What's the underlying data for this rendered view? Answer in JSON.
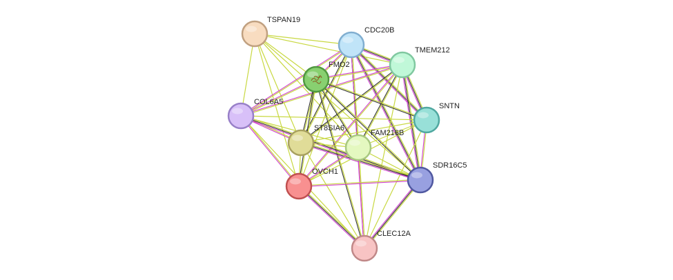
{
  "network": {
    "edge_colors": {
      "textmining": "#c8d840",
      "coexpression": "#333333",
      "experiments": "#d040d0"
    },
    "nodes": [
      {
        "id": "TSPAN19",
        "label": "TSPAN19",
        "fill": "#f8dcc0",
        "stroke": "#c0a080",
        "icon": "none"
      },
      {
        "id": "CDC20B",
        "label": "CDC20B",
        "fill": "#c0e4f8",
        "stroke": "#80aed0",
        "icon": "none"
      },
      {
        "id": "TMEM212",
        "label": "TMEM212",
        "fill": "#c0f8d8",
        "stroke": "#80c8a0",
        "icon": "none"
      },
      {
        "id": "FMO2",
        "label": "FMO2",
        "fill": "#88d070",
        "stroke": "#509840",
        "icon": "protein-structure-icon"
      },
      {
        "id": "COL6A5",
        "label": "COL6A5",
        "fill": "#d8c0f8",
        "stroke": "#9880c8",
        "icon": "none"
      },
      {
        "id": "SNTN",
        "label": "SNTN",
        "fill": "#98e0d8",
        "stroke": "#50a8a0",
        "icon": "none"
      },
      {
        "id": "ST8SIA6",
        "label": "ST8SIA6",
        "fill": "#e0dc98",
        "stroke": "#a8a060",
        "icon": "none"
      },
      {
        "id": "FAM216B",
        "label": "FAM216B",
        "fill": "#e4f8c0",
        "stroke": "#a8c880",
        "icon": "none"
      },
      {
        "id": "SDR16C5",
        "label": "SDR16C5",
        "fill": "#98a0e0",
        "stroke": "#5058a0",
        "icon": "none"
      },
      {
        "id": "OVCH1",
        "label": "OVCH1",
        "fill": "#f89090",
        "stroke": "#c05050",
        "icon": "none"
      },
      {
        "id": "CLEC12A",
        "label": "CLEC12A",
        "fill": "#f8c4c4",
        "stroke": "#c08888",
        "icon": "none"
      }
    ],
    "edges": [
      {
        "source": "TSPAN19",
        "target": "CDC20B",
        "types": [
          "textmining"
        ]
      },
      {
        "source": "TSPAN19",
        "target": "TMEM212",
        "types": [
          "textmining"
        ]
      },
      {
        "source": "TSPAN19",
        "target": "FMO2",
        "types": [
          "textmining"
        ]
      },
      {
        "source": "TSPAN19",
        "target": "COL6A5",
        "types": [
          "textmining"
        ]
      },
      {
        "source": "TSPAN19",
        "target": "ST8SIA6",
        "types": [
          "textmining"
        ]
      },
      {
        "source": "TSPAN19",
        "target": "FAM216B",
        "types": [
          "textmining"
        ]
      },
      {
        "source": "TSPAN19",
        "target": "OVCH1",
        "types": [
          "textmining"
        ]
      },
      {
        "source": "TSPAN19",
        "target": "SDR16C5",
        "types": [
          "textmining"
        ]
      },
      {
        "source": "CDC20B",
        "target": "TMEM212",
        "types": [
          "textmining",
          "coexpression",
          "experiments"
        ]
      },
      {
        "source": "CDC20B",
        "target": "FMO2",
        "types": [
          "textmining",
          "experiments"
        ]
      },
      {
        "source": "CDC20B",
        "target": "COL6A5",
        "types": [
          "textmining",
          "experiments"
        ]
      },
      {
        "source": "CDC20B",
        "target": "SNTN",
        "types": [
          "textmining",
          "coexpression",
          "experiments"
        ]
      },
      {
        "source": "CDC20B",
        "target": "ST8SIA6",
        "types": [
          "textmining",
          "coexpression"
        ]
      },
      {
        "source": "CDC20B",
        "target": "FAM216B",
        "types": [
          "textmining",
          "coexpression"
        ]
      },
      {
        "source": "CDC20B",
        "target": "SDR16C5",
        "types": [
          "textmining",
          "coexpression",
          "experiments"
        ]
      },
      {
        "source": "CDC20B",
        "target": "OVCH1",
        "types": [
          "textmining"
        ]
      },
      {
        "source": "CDC20B",
        "target": "CLEC12A",
        "types": [
          "textmining",
          "experiments"
        ]
      },
      {
        "source": "TMEM212",
        "target": "FMO2",
        "types": [
          "textmining",
          "experiments"
        ]
      },
      {
        "source": "TMEM212",
        "target": "COL6A5",
        "types": [
          "textmining",
          "experiments"
        ]
      },
      {
        "source": "TMEM212",
        "target": "SNTN",
        "types": [
          "textmining",
          "coexpression",
          "experiments"
        ]
      },
      {
        "source": "TMEM212",
        "target": "ST8SIA6",
        "types": [
          "textmining",
          "coexpression"
        ]
      },
      {
        "source": "TMEM212",
        "target": "FAM216B",
        "types": [
          "textmining",
          "coexpression"
        ]
      },
      {
        "source": "TMEM212",
        "target": "SDR16C5",
        "types": [
          "textmining",
          "coexpression",
          "experiments"
        ]
      },
      {
        "source": "TMEM212",
        "target": "OVCH1",
        "types": [
          "textmining",
          "experiments"
        ]
      },
      {
        "source": "TMEM212",
        "target": "CLEC12A",
        "types": [
          "textmining"
        ]
      },
      {
        "source": "FMO2",
        "target": "COL6A5",
        "types": [
          "textmining",
          "experiments"
        ]
      },
      {
        "source": "FMO2",
        "target": "SNTN",
        "types": [
          "textmining",
          "coexpression"
        ]
      },
      {
        "source": "FMO2",
        "target": "ST8SIA6",
        "types": [
          "textmining",
          "coexpression"
        ]
      },
      {
        "source": "FMO2",
        "target": "FAM216B",
        "types": [
          "textmining",
          "coexpression"
        ]
      },
      {
        "source": "FMO2",
        "target": "SDR16C5",
        "types": [
          "textmining",
          "coexpression"
        ]
      },
      {
        "source": "FMO2",
        "target": "OVCH1",
        "types": [
          "textmining",
          "coexpression"
        ]
      },
      {
        "source": "FMO2",
        "target": "CLEC12A",
        "types": [
          "textmining",
          "coexpression"
        ]
      },
      {
        "source": "COL6A5",
        "target": "ST8SIA6",
        "types": [
          "textmining",
          "experiments"
        ]
      },
      {
        "source": "COL6A5",
        "target": "FAM216B",
        "types": [
          "textmining"
        ]
      },
      {
        "source": "COL6A5",
        "target": "SNTN",
        "types": [
          "textmining"
        ]
      },
      {
        "source": "COL6A5",
        "target": "SDR16C5",
        "types": [
          "textmining",
          "coexpression",
          "experiments"
        ]
      },
      {
        "source": "COL6A5",
        "target": "OVCH1",
        "types": [
          "textmining",
          "experiments"
        ]
      },
      {
        "source": "COL6A5",
        "target": "CLEC12A",
        "types": [
          "textmining"
        ]
      },
      {
        "source": "SNTN",
        "target": "ST8SIA6",
        "types": [
          "textmining"
        ]
      },
      {
        "source": "SNTN",
        "target": "FAM216B",
        "types": [
          "textmining"
        ]
      },
      {
        "source": "SNTN",
        "target": "SDR16C5",
        "types": [
          "textmining",
          "experiments"
        ]
      },
      {
        "source": "SNTN",
        "target": "OVCH1",
        "types": [
          "textmining"
        ]
      },
      {
        "source": "SNTN",
        "target": "CLEC12A",
        "types": [
          "textmining"
        ]
      },
      {
        "source": "ST8SIA6",
        "target": "FAM216B",
        "types": [
          "textmining"
        ]
      },
      {
        "source": "ST8SIA6",
        "target": "SDR16C5",
        "types": [
          "textmining",
          "coexpression",
          "experiments"
        ]
      },
      {
        "source": "ST8SIA6",
        "target": "OVCH1",
        "types": [
          "textmining"
        ]
      },
      {
        "source": "ST8SIA6",
        "target": "CLEC12A",
        "types": [
          "textmining"
        ]
      },
      {
        "source": "FAM216B",
        "target": "SDR16C5",
        "types": [
          "textmining"
        ]
      },
      {
        "source": "FAM216B",
        "target": "OVCH1",
        "types": [
          "textmining",
          "experiments"
        ]
      },
      {
        "source": "FAM216B",
        "target": "CLEC12A",
        "types": [
          "textmining",
          "experiments"
        ]
      },
      {
        "source": "OVCH1",
        "target": "SDR16C5",
        "types": [
          "textmining",
          "experiments"
        ]
      },
      {
        "source": "OVCH1",
        "target": "CLEC12A",
        "types": [
          "textmining",
          "coexpression",
          "experiments"
        ]
      },
      {
        "source": "SDR16C5",
        "target": "CLEC12A",
        "types": [
          "textmining",
          "coexpression",
          "experiments"
        ]
      }
    ]
  }
}
